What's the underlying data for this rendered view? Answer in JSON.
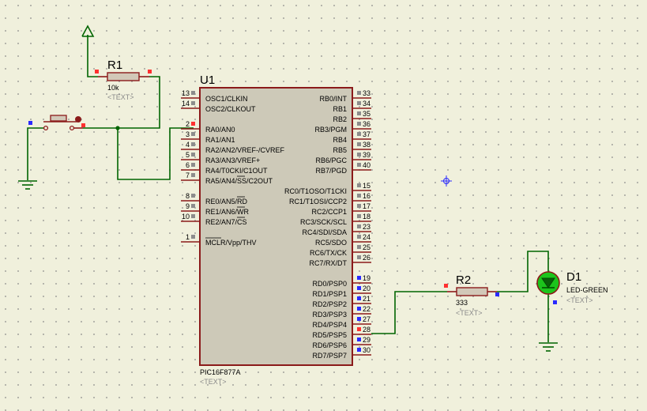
{
  "colors": {
    "background": "#f0f0dc",
    "grid_dot": "#8a8a8a",
    "wire": "#006400",
    "component": "#8b1a1a",
    "chip_fill": "#cdc9b8",
    "text": "#000000",
    "placeholder": "#8a8a8a",
    "pin_red": "#ff3030",
    "pin_blue": "#2a2aff",
    "pin_gray": "#8c8c8c",
    "led": "#1cc41c"
  },
  "u1": {
    "ref": "U1",
    "part": "PIC16F877A",
    "text_placeholder": "<TEXT>",
    "left_pins": [
      {
        "num": "13",
        "name": "OSC1/CLKIN",
        "marker": "gray"
      },
      {
        "num": "14",
        "name": "OSC2/CLKOUT",
        "marker": "gray"
      },
      {
        "num": "2",
        "name": "RA0/AN0",
        "marker": "red"
      },
      {
        "num": "3",
        "name": "RA1/AN1",
        "marker": "gray"
      },
      {
        "num": "4",
        "name": "RA2/AN2/VREF-/CVREF",
        "marker": "gray"
      },
      {
        "num": "5",
        "name": "RA3/AN3/VREF+",
        "marker": "gray"
      },
      {
        "num": "6",
        "name": "RA4/T0CKI/C1OUT",
        "marker": "gray"
      },
      {
        "num": "7",
        "name": "RA5/AN4/SS/C2OUT",
        "marker": "gray"
      },
      {
        "num": "8",
        "name": "RE0/AN5/RD",
        "marker": "gray"
      },
      {
        "num": "9",
        "name": "RE1/AN6/WR",
        "marker": "gray"
      },
      {
        "num": "10",
        "name": "RE2/AN7/CS",
        "marker": "gray"
      },
      {
        "num": "1",
        "name": "MCLR/Vpp/THV",
        "marker": "gray"
      }
    ],
    "right_pins": [
      {
        "num": "33",
        "name": "RB0/INT",
        "marker": "gray"
      },
      {
        "num": "34",
        "name": "RB1",
        "marker": "gray"
      },
      {
        "num": "35",
        "name": "RB2",
        "marker": "gray"
      },
      {
        "num": "36",
        "name": "RB3/PGM",
        "marker": "gray"
      },
      {
        "num": "37",
        "name": "RB4",
        "marker": "gray"
      },
      {
        "num": "38",
        "name": "RB5",
        "marker": "gray"
      },
      {
        "num": "39",
        "name": "RB6/PGC",
        "marker": "gray"
      },
      {
        "num": "40",
        "name": "RB7/PGD",
        "marker": "gray"
      },
      {
        "num": "15",
        "name": "RC0/T1OSO/T1CKI",
        "marker": "gray"
      },
      {
        "num": "16",
        "name": "RC1/T1OSI/CCP2",
        "marker": "gray"
      },
      {
        "num": "17",
        "name": "RC2/CCP1",
        "marker": "gray"
      },
      {
        "num": "18",
        "name": "RC3/SCK/SCL",
        "marker": "gray"
      },
      {
        "num": "23",
        "name": "RC4/SDI/SDA",
        "marker": "gray"
      },
      {
        "num": "24",
        "name": "RC5/SDO",
        "marker": "gray"
      },
      {
        "num": "25",
        "name": "RC6/TX/CK",
        "marker": "gray"
      },
      {
        "num": "26",
        "name": "RC7/RX/DT",
        "marker": "gray"
      },
      {
        "num": "19",
        "name": "RD0/PSP0",
        "marker": "blue"
      },
      {
        "num": "20",
        "name": "RD1/PSP1",
        "marker": "blue"
      },
      {
        "num": "21",
        "name": "RD2/PSP2",
        "marker": "blue"
      },
      {
        "num": "22",
        "name": "RD3/PSP3",
        "marker": "blue"
      },
      {
        "num": "27",
        "name": "RD4/PSP4",
        "marker": "blue"
      },
      {
        "num": "28",
        "name": "RD5/PSP5",
        "marker": "red"
      },
      {
        "num": "29",
        "name": "RD6/PSP6",
        "marker": "blue"
      },
      {
        "num": "30",
        "name": "RD7/PSP7",
        "marker": "blue"
      }
    ]
  },
  "r1": {
    "ref": "R1",
    "value": "10k",
    "text_placeholder": "<TEXT>"
  },
  "r2": {
    "ref": "R2",
    "value": "333",
    "text_placeholder": "<TEXT>"
  },
  "d1": {
    "ref": "D1",
    "value": "LED-GREEN",
    "text_placeholder": "<TEXT>"
  }
}
